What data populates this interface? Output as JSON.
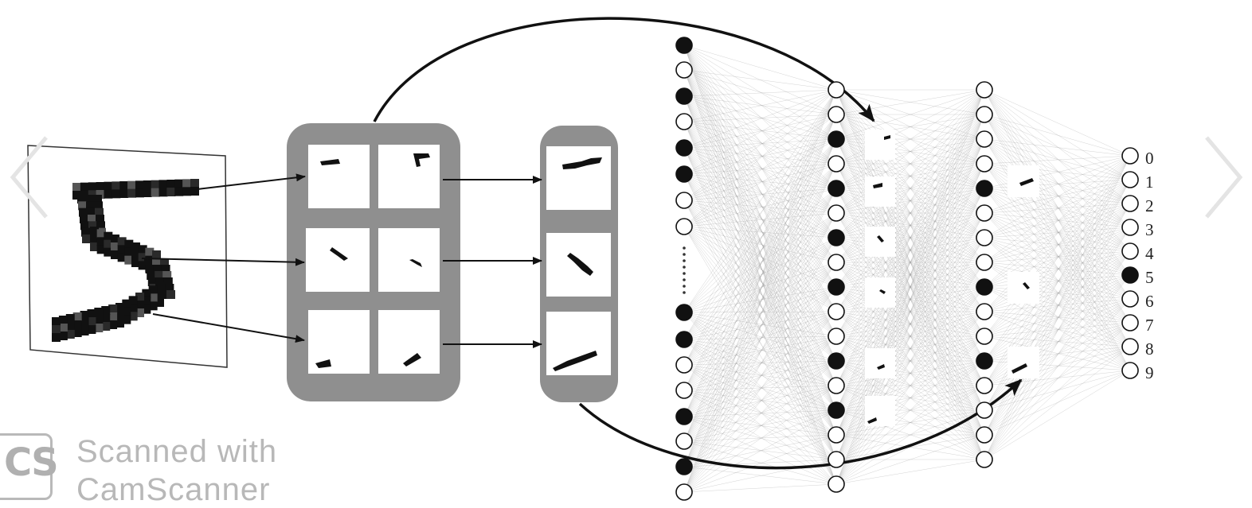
{
  "output_labels": [
    "0",
    "1",
    "2",
    "3",
    "4",
    "5",
    "6",
    "7",
    "8",
    "9"
  ],
  "active_output": "5",
  "watermark": {
    "line1": "Scanned with",
    "line2": "CamScanner",
    "logo": "CS"
  },
  "icons": {
    "prev": "chevron-left-icon",
    "next": "chevron-right-icon"
  },
  "colors": {
    "ink": "#111111",
    "panel": "#8f8f8f",
    "arrow_ghost": "#e6e6e6",
    "connection": "#9a9a9a"
  }
}
